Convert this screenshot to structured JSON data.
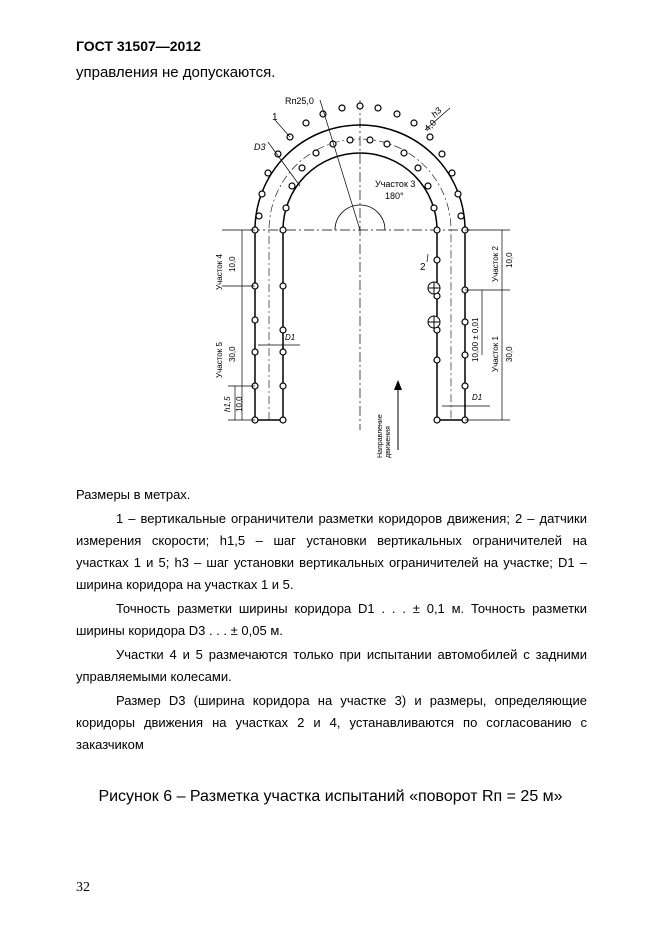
{
  "header": {
    "standard": "ГОСТ 31507—2012"
  },
  "continuation": "управления не допускаются.",
  "figure": {
    "labels": {
      "radius": "Rп25,0",
      "marker1": "1",
      "marker2": "2",
      "d3": "D3",
      "h3": "h3",
      "h3_value": "4,0",
      "section3": "Участок 3",
      "angle": "180°",
      "section4": "Участок 4",
      "section4_len": "10,0",
      "section5": "Участок 5",
      "section5_len": "30,0",
      "section2": "Участок 2",
      "section2_len": "10,0",
      "section1": "Участок 1",
      "section1_len": "30,0",
      "d1_left": "D1",
      "d1_right": "D1",
      "h15": "h1,5",
      "h15_value": "10,0",
      "sensor_spacing": "10,00 ± 0,01",
      "direction_line1": "Направление",
      "direction_line2": "движения"
    }
  },
  "notes": {
    "units": "Размеры в метрах.",
    "legend": "1 – вертикальные ограничители разметки коридоров движения; 2 – датчики измерения скорости; h1,5 – шаг установки вертикальных ограничителей на участках 1 и 5; h3 – шаг установки вертикальных ограничителей на участке; D1 – ширина коридора на участках 1 и 5.",
    "accuracy": "Точность разметки ширины коридора D1 . . . ± 0,1 м. Точность разметки ширины коридора D3 . . . ± 0,05 м.",
    "sections": "Участки 4 и 5 размечаются только при испытании автомобилей с задними управляемыми колесами.",
    "size": "Размер D3 (ширина коридора на участке 3) и размеры, определяющие коридоры движения на участках 2 и 4, устанавливаются по согласованию с заказчиком"
  },
  "caption": "Рисунок 6 – Разметка участка испытаний «поворот Rп = 25 м»",
  "page_number": "32"
}
